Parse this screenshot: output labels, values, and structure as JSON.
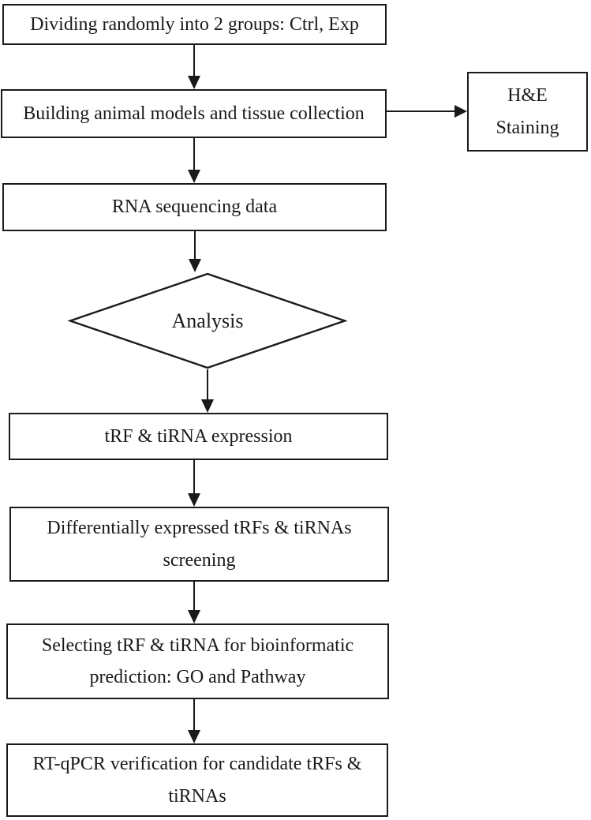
{
  "diagram": {
    "type": "flowchart",
    "background_color": "#ffffff",
    "line_color": "#1a1a1a",
    "text_color": "#1a1a1a",
    "nodes": [
      {
        "id": "group-division",
        "shape": "rectangle",
        "label": "Dividing randomly into 2 groups: Ctrl, Exp"
      },
      {
        "id": "animal-models",
        "shape": "rectangle",
        "label": "Building animal models and tissue collection"
      },
      {
        "id": "he-staining",
        "shape": "rectangle",
        "label": "H&E\nStaining"
      },
      {
        "id": "rna-sequencing",
        "shape": "rectangle",
        "label": "RNA sequencing data"
      },
      {
        "id": "analysis",
        "shape": "diamond",
        "label": "Analysis"
      },
      {
        "id": "trf-tirna-expression",
        "shape": "rectangle",
        "label": "tRF & tiRNA expression"
      },
      {
        "id": "differential-screening",
        "shape": "rectangle",
        "label": "Differentially expressed tRFs & tiRNAs\nscreening"
      },
      {
        "id": "bioinformatic-prediction",
        "shape": "rectangle",
        "label": "Selecting tRF & tiRNA for bioinformatic\nprediction: GO and Pathway"
      },
      {
        "id": "rtqpcr-verification",
        "shape": "rectangle",
        "label": "RT-qPCR verification for candidate tRFs &\ntiRNAs"
      }
    ],
    "edges": [
      {
        "from": "group-division",
        "to": "animal-models",
        "direction": "down",
        "style": "arrow"
      },
      {
        "from": "animal-models",
        "to": "he-staining",
        "direction": "right",
        "style": "arrow"
      },
      {
        "from": "animal-models",
        "to": "rna-sequencing",
        "direction": "down",
        "style": "arrow"
      },
      {
        "from": "rna-sequencing",
        "to": "analysis",
        "direction": "down",
        "style": "arrow"
      },
      {
        "from": "analysis",
        "to": "trf-tirna-expression",
        "direction": "down",
        "style": "arrow"
      },
      {
        "from": "trf-tirna-expression",
        "to": "differential-screening",
        "direction": "down",
        "style": "arrow"
      },
      {
        "from": "differential-screening",
        "to": "bioinformatic-prediction",
        "direction": "down",
        "style": "arrow"
      },
      {
        "from": "bioinformatic-prediction",
        "to": "rtqpcr-verification",
        "direction": "down",
        "style": "arrow"
      }
    ]
  }
}
